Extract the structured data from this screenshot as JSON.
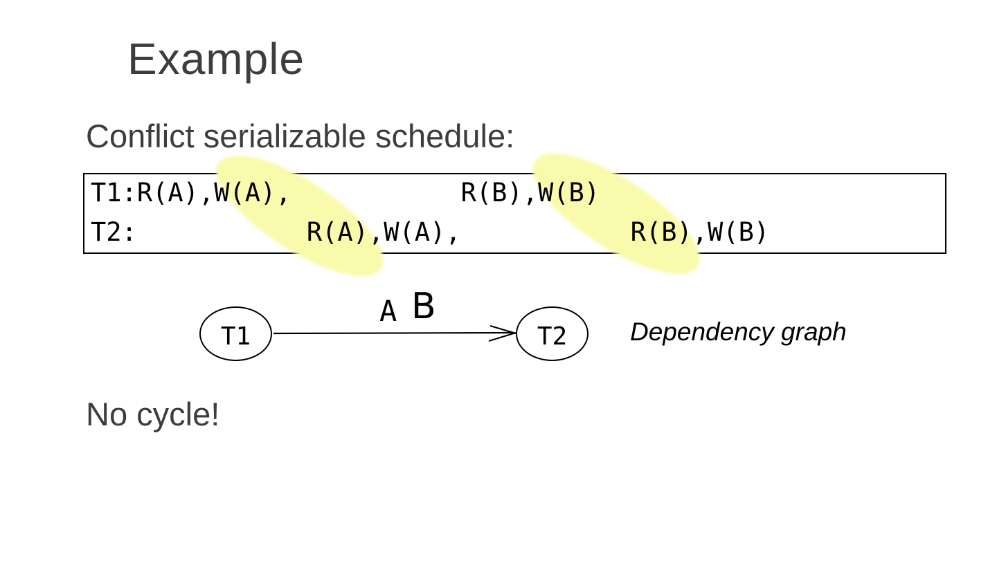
{
  "slide": {
    "title": "Example",
    "subtitle": "Conflict serializable schedule:",
    "conclusion": "No cycle!"
  },
  "schedule": {
    "line1": "T1:R(A),W(A),           R(B),W(B)",
    "line2": "T2:           R(A),W(A),           R(B),W(B)",
    "highlighted_pairs": [
      {
        "line1_op": "W(A)",
        "line2_op": "R(A)"
      },
      {
        "line1_op": "W(B)",
        "line2_op": "R(B)"
      }
    ]
  },
  "graph": {
    "nodes": [
      {
        "label": "T1"
      },
      {
        "label": "T2"
      }
    ],
    "edge": {
      "from": "T1",
      "to": "T2"
    },
    "edge_labels": [
      "A",
      "B"
    ],
    "caption": "Dependency graph"
  },
  "colors": {
    "background": "#ffffff",
    "heading_text": "#3d3d3d",
    "body_text": "#000000",
    "highlight_yellow": "#fafaad"
  }
}
